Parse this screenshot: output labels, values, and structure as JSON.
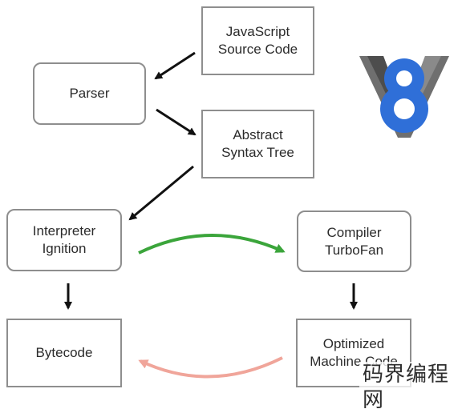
{
  "nodes": {
    "js_source": "JavaScript\nSource Code",
    "parser": "Parser",
    "ast": "Abstract\nSyntax Tree",
    "interpreter": "Interpreter\nIgnition",
    "compiler": "Compiler\nTurboFan",
    "bytecode": "Bytecode",
    "optimized": "Optimized\nMachine Code"
  },
  "logo": {
    "icon": "v8-logo-icon",
    "colors": {
      "chevron": "#6f6f6f",
      "chevron_dark": "#4d4d4d",
      "eight": "#2f6fd8"
    }
  },
  "colors": {
    "box_border": "#8e8e8e",
    "arrow_black": "#111111",
    "arrow_optimize": "#3ba53b",
    "arrow_deoptimize": "#f0a59a"
  },
  "watermark": "码界编程网"
}
